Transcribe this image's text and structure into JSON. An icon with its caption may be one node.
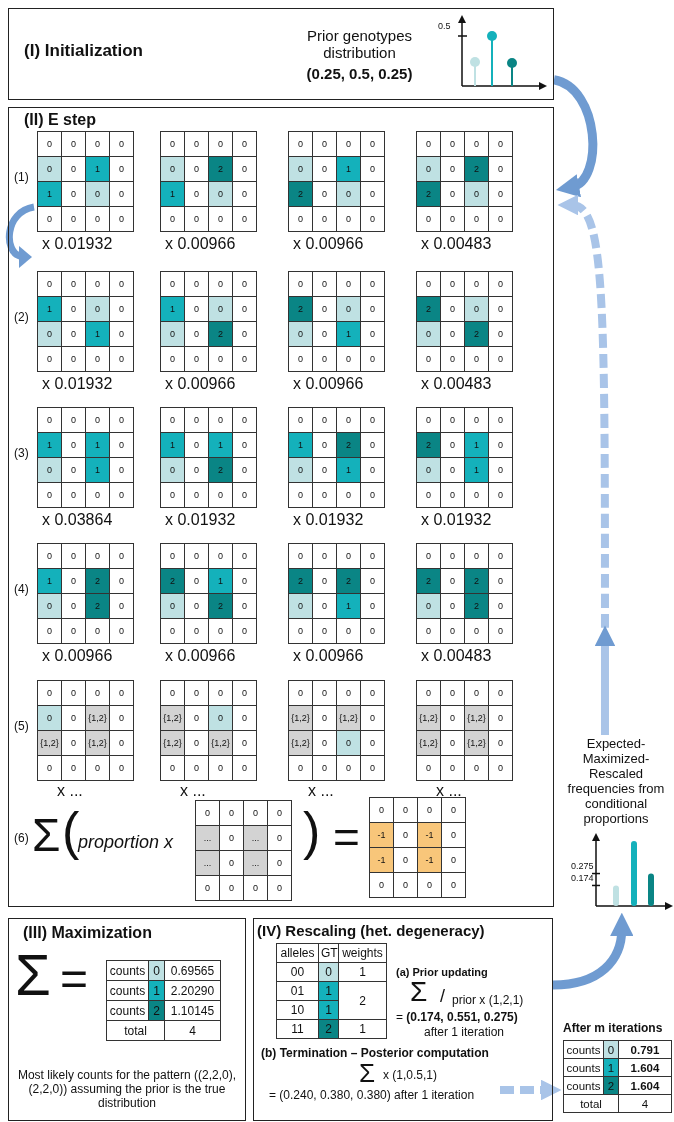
{
  "diagram": {
    "nodes": [
      {
        "text": [
          "(I) Initialization",
          "Prior genotypes distribution",
          "(0.25, 0.5, 0.25)"
        ]
      },
      {
        "text": [
          "(II) E step"
        ]
      },
      {
        "text": [
          "(III) Maximization",
          "Most likely counts for the pattern ((2,2,0), (2,2,0)) assuming the prior is the true distribution"
        ]
      },
      {
        "text": [
          "(IV) Rescaling (het. degeneracy)"
        ]
      },
      {
        "text": [
          "(b) Termination – Posterior computation",
          "Σ",
          "x (1,0.5,1)",
          "= (0.240, 0.380, 0.380) after 1 iteration"
        ],
        "in": 3
      },
      {
        "text": [
          "After m iterations"
        ]
      },
      {
        "text": [
          "Expected- Maximized- Rescaled frequencies from conditional proportions"
        ]
      }
    ],
    "edges": [
      {
        "from": 0,
        "to": 1,
        "arrow": "to"
      },
      {
        "from": 6,
        "to": 1,
        "arrow": "to",
        "style": "dashed",
        "color": "#a9c4e8"
      },
      {
        "from": 3,
        "to": 6,
        "arrow": "to"
      },
      {
        "from": 4,
        "to": 5,
        "arrow": "to",
        "style": "dashed",
        "color": "#a9c4e8"
      }
    ],
    "labels": [
      "0.5",
      "(1)",
      "0",
      "0",
      "0",
      "0",
      "0",
      "0",
      "1",
      "0",
      "1",
      "0",
      "0",
      "0",
      "0",
      "0",
      "0",
      "0",
      "x 0.01932",
      "0",
      "0",
      "0",
      "0",
      "0",
      "0",
      "2",
      "0",
      "1",
      "0",
      "0",
      "0",
      "0",
      "0",
      "0",
      "0",
      "x 0.00966",
      "0",
      "0",
      "0",
      "0",
      "0",
      "0",
      "1",
      "0",
      "2",
      "0",
      "0",
      "0",
      "0",
      "0",
      "0",
      "0",
      "x 0.00966",
      "0",
      "0",
      "0",
      "0",
      "0",
      "0",
      "2",
      "0",
      "2",
      "0",
      "0",
      "0",
      "0",
      "0",
      "0",
      "0",
      "x 0.00483",
      "(2)",
      "0",
      "0",
      "0",
      "0",
      "1",
      "0",
      "0",
      "0",
      "0",
      "0",
      "1",
      "0",
      "0",
      "0",
      "0",
      "0",
      "x 0.01932",
      "0",
      "0",
      "0",
      "0",
      "1",
      "0",
      "0",
      "0",
      "0",
      "0",
      "2",
      "0",
      "0",
      "0",
      "0",
      "0",
      "x 0.00966",
      "0",
      "0",
      "0",
      "0",
      "2",
      "0",
      "0",
      "0",
      "0",
      "0",
      "1",
      "0",
      "0",
      "0",
      "0",
      "0",
      "x 0.00966",
      "0",
      "0",
      "0",
      "0",
      "2",
      "0",
      "0",
      "0",
      "0",
      "0",
      "2",
      "0",
      "0",
      "0",
      "0",
      "0",
      "x 0.00483",
      "(3)",
      "0",
      "0",
      "0",
      "0",
      "1",
      "0",
      "1",
      "0",
      "0",
      "0",
      "1",
      "0",
      "0",
      "0",
      "0",
      "0",
      "x 0.03864",
      "0",
      "0",
      "0",
      "0",
      "1",
      "0",
      "1",
      "0",
      "0",
      "0",
      "2",
      "0",
      "0",
      "0",
      "0",
      "0",
      "x 0.01932",
      "0",
      "0",
      "0",
      "0",
      "1",
      "0",
      "2",
      "0",
      "0",
      "0",
      "1",
      "0",
      "0",
      "0",
      "0",
      "0",
      "x 0.01932",
      "0",
      "0",
      "0",
      "0",
      "2",
      "0",
      "1",
      "0",
      "0",
      "0",
      "1",
      "0",
      "0",
      "0",
      "0",
      "0",
      "x 0.01932",
      "(4)",
      "0",
      "0",
      "0",
      "0",
      "1",
      "0",
      "2",
      "0",
      "0",
      "0",
      "2",
      "0",
      "0",
      "0",
      "0",
      "0",
      "x 0.00966",
      "0",
      "0",
      "0",
      "0",
      "2",
      "0",
      "1",
      "0",
      "0",
      "0",
      "2",
      "0",
      "0",
      "0",
      "0",
      "0",
      "x 0.00966",
      "0",
      "0",
      "0",
      "0",
      "2",
      "0",
      "2",
      "0",
      "0",
      "0",
      "1",
      "0",
      "0",
      "0",
      "0",
      "0",
      "x 0.00966",
      "0",
      "0",
      "0",
      "0",
      "2",
      "0",
      "2",
      "0",
      "0",
      "0",
      "2",
      "0",
      "0",
      "0",
      "0",
      "0",
      "x 0.00483",
      "(5)",
      "0",
      "0",
      "0",
      "0",
      "0",
      "0",
      "{1,2}",
      "0",
      "{1,2}",
      "0",
      "{1,2}",
      "0",
      "0",
      "0",
      "0",
      "0",
      "x ...",
      "0",
      "0",
      "0",
      "0",
      "{1,2}",
      "0",
      "0",
      "0",
      "{1,2}",
      "0",
      "{1,2}",
      "0",
      "0",
      "0",
      "0",
      "0",
      "x ...",
      "0",
      "0",
      "0",
      "0",
      "{1,2}",
      "0",
      "{1,2}",
      "0",
      "{1,2}",
      "0",
      "0",
      "0",
      "0",
      "0",
      "0",
      "0",
      "x ...",
      "0",
      "0",
      "0",
      "0",
      "{1,2}",
      "0",
      "{1,2}",
      "0",
      "{1,2}",
      "0",
      "{1,2}",
      "0",
      "0",
      "0",
      "0",
      "0",
      "x ...",
      "(6)",
      "Σ",
      "(",
      "proportion x",
      "0",
      "0",
      "0",
      "0",
      "...",
      "0",
      "...",
      "0",
      "...",
      "0",
      "...",
      "0",
      "0",
      "0",
      "0",
      "0",
      ")",
      "=",
      "0",
      "0",
      "0",
      "0",
      "-1",
      "0",
      "-1",
      "0",
      "-1",
      "0",
      "-1",
      "0",
      "0",
      "0",
      "0",
      "0",
      "Σ",
      "=",
      "counts",
      "0",
      "0.69565",
      "counts",
      "1",
      "2.20290",
      "counts",
      "2",
      "1.10145",
      "total",
      "4",
      "alleles",
      "GT",
      "weights",
      "00",
      "0",
      "1",
      "01",
      "1",
      "2",
      "10",
      "1",
      "11",
      "2",
      "1",
      "(a) Prior updating",
      "Σ",
      "/",
      "prior x (1,2,1)",
      "= **(0.174, 0.551, 0.275)**",
      "after 1 iteration",
      "counts",
      "0",
      "0.791",
      "counts",
      "1",
      "1.604",
      "counts",
      "2",
      "1.604",
      "total",
      "4",
      "0.275",
      "0.174"
    ]
  }
}
